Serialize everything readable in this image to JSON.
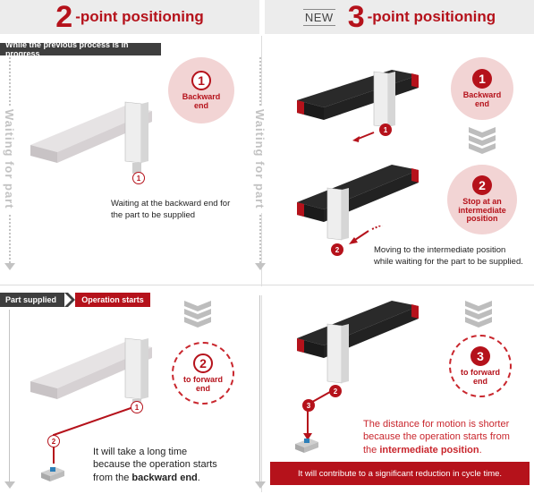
{
  "header_left": {
    "number": "2",
    "title": "-point positioning"
  },
  "header_right": {
    "new_tag": "NEW",
    "number": "3",
    "title": "-point positioning"
  },
  "top_bar": {
    "label": "While the previous process is in progress"
  },
  "waiting_left": "Waiting for part",
  "waiting_right": "Waiting for part",
  "left_top": {
    "circle_num": "1",
    "circle_label_1": "Backward",
    "circle_label_2": "end",
    "marker": "1",
    "caption_1": "Waiting at the backward end for",
    "caption_2": "the part to be supplied"
  },
  "right_top": {
    "circle1_num": "1",
    "circle1_label_1": "Backward",
    "circle1_label_2": "end",
    "circle2_num": "2",
    "circle2_label_1": "Stop at an",
    "circle2_label_2": "intermediate",
    "circle2_label_3": "position",
    "marker1": "1",
    "marker2": "2",
    "caption_1": "Moving to the intermediate position",
    "caption_2": "while waiting for the part to be supplied."
  },
  "bottom_bar": {
    "part_supplied": "Part supplied",
    "operation_starts": "Operation starts"
  },
  "left_bottom": {
    "circle_num": "2",
    "circle_label_1": "to forward",
    "circle_label_2": "end",
    "marker1": "1",
    "marker2": "2",
    "text_1": "It will take a long time",
    "text_2": "because the operation starts",
    "text_3_pre": "from the ",
    "text_3_bold": "backward end",
    "text_3_post": "."
  },
  "right_bottom": {
    "circle_num": "3",
    "circle_label_1": "to forward",
    "circle_label_2": "end",
    "marker2": "2",
    "marker3": "3",
    "text_1": "The distance for motion is shorter",
    "text_2": "because the operation starts from",
    "text_3_pre": "the ",
    "text_3_bold": "intermediate position",
    "text_3_post": ".",
    "banner": "It will contribute to a significant reduction in cycle time."
  },
  "colors": {
    "accent": "#b5121b",
    "pink": "#f2d4d4",
    "dark": "#3e3e3e",
    "header_bg": "#ececec"
  }
}
